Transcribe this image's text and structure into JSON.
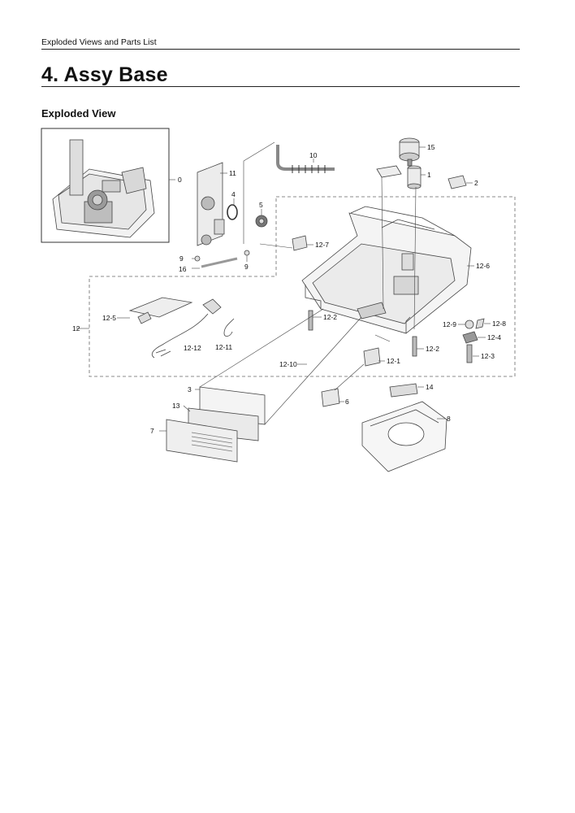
{
  "header": {
    "section": "Exploded Views and Parts List"
  },
  "title": "4.  Assy Base",
  "subtitle": "Exploded View",
  "diagram": {
    "labels": {
      "p0": "0",
      "p1": "1",
      "p2": "2",
      "p3": "3",
      "p4": "4",
      "p5": "5",
      "p6": "6",
      "p7": "7",
      "p8": "8",
      "p9a": "9",
      "p9b": "9",
      "p10": "10",
      "p11": "11",
      "p12": "12",
      "p13": "13",
      "p14": "14",
      "p15": "15",
      "p16": "16",
      "p12_1": "12-1",
      "p12_2a": "12-2",
      "p12_2b": "12-2",
      "p12_3": "12-3",
      "p12_4": "12-4",
      "p12_5": "12-5",
      "p12_6": "12-6",
      "p12_7": "12-7",
      "p12_8": "12-8",
      "p12_9": "12-9",
      "p12_10": "12-10",
      "p12_11": "12-11",
      "p12_12": "12-12"
    }
  }
}
